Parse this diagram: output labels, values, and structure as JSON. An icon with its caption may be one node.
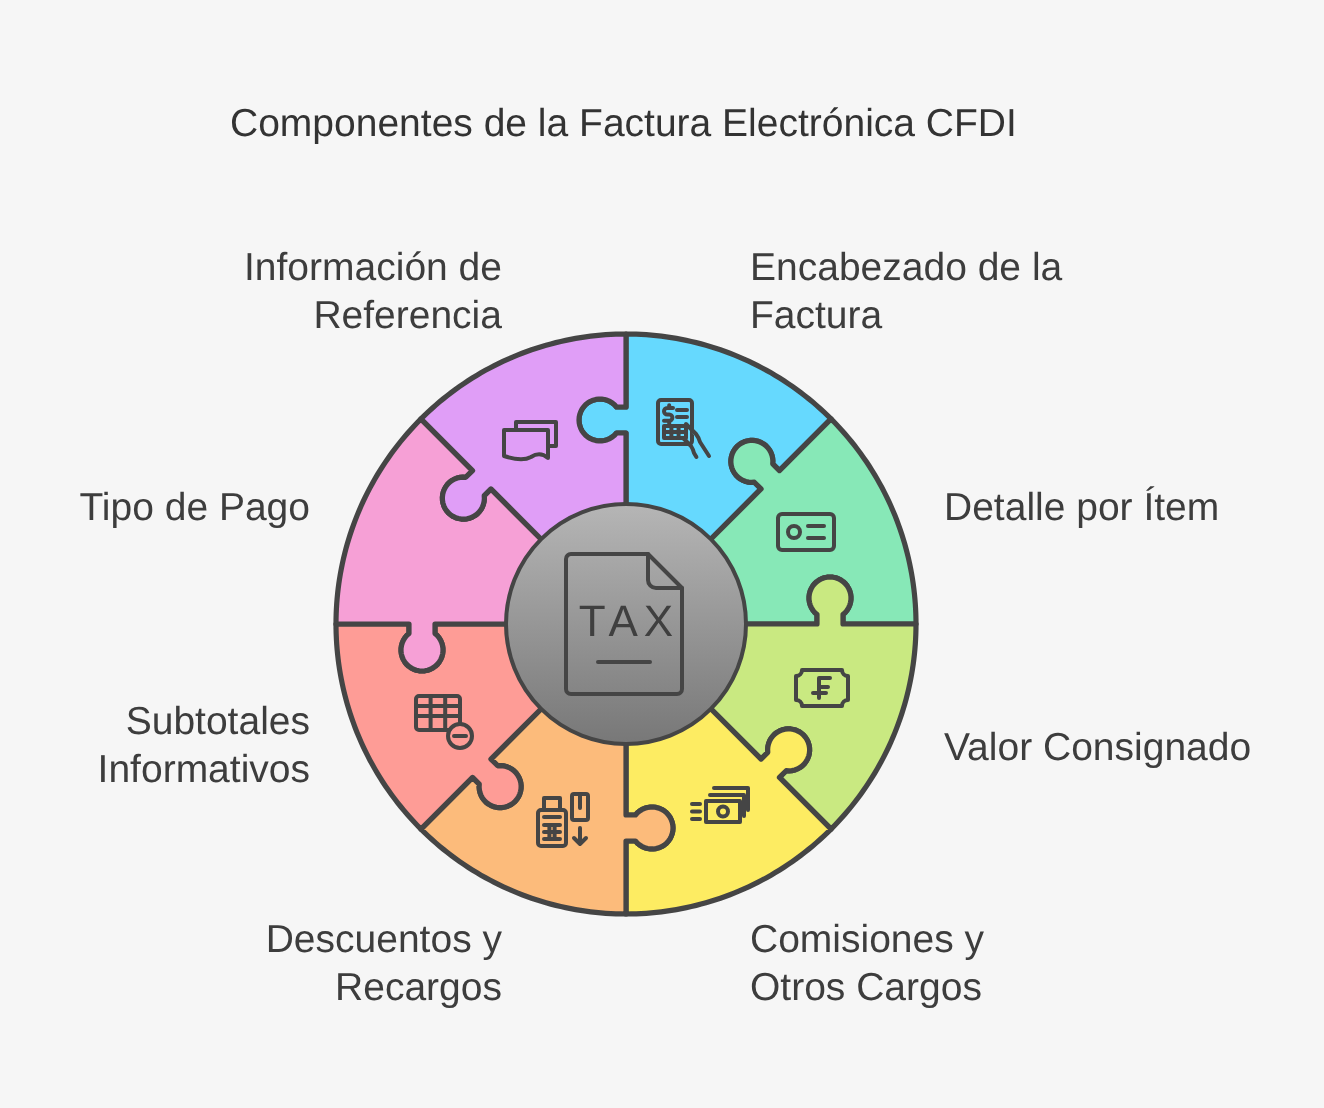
{
  "diagram": {
    "title": "Componentes de la Factura Electrónica CFDI",
    "nodes": [
      {
        "text": [
          "Encabezado de la Factura"
        ]
      },
      {
        "text": [
          "Detalle por Ítem"
        ]
      },
      {
        "text": [
          "Valor Consignado"
        ]
      },
      {
        "text": [
          "Comisiones y Otros Cargos"
        ]
      },
      {
        "text": [
          "Descuentos y Recargos"
        ]
      },
      {
        "text": [
          "Subtotales Informativos"
        ]
      },
      {
        "text": [
          "Tipo de Pago"
        ]
      },
      {
        "text": [
          "Información de Referencia"
        ]
      },
      {
        "text": [
          "TAX"
        ]
      }
    ]
  }
}
